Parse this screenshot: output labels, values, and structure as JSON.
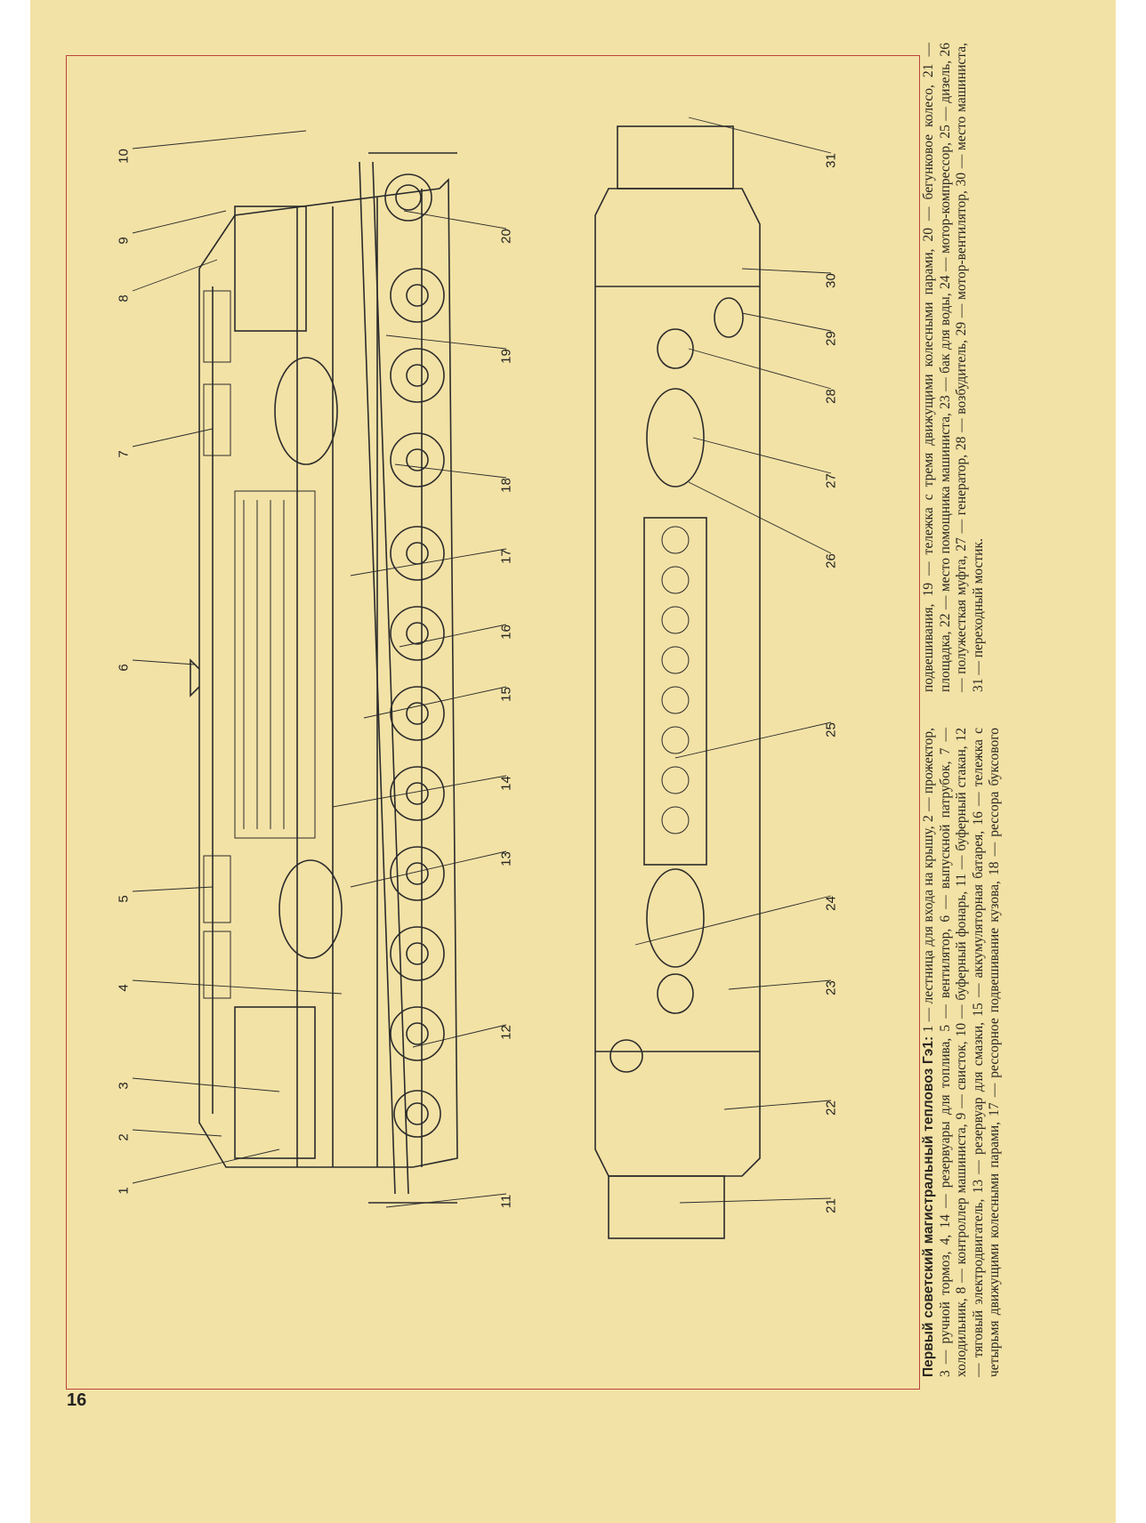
{
  "page_number": "16",
  "caption": {
    "title": "Первый советский магистральный тепловоз Гэ1:",
    "text": "1 — лестница для входа на крышу, 2 — прожектор, 3 — ручной тормоз, 4, 14 — резервуары для топлива, 5 — вентилятор, 6 — выпускной патрубок, 7 — холодильник, 8 — контроллер машиниста, 9 — свисток, 10 — буферный фонарь, 11 — буферный стакан, 12 — тяговый электродвигатель, 13 — резервуар для смазки, 15 — аккумуляторная батарея, 16 — тележка с четырьмя движущими колесными парами, 17 — рессорное подвешивание кузова, 18 — рессора буксового подвешивания, 19 — тележка с тремя движущими колесными парами, 20 — бегунковое колесо, 21 — площадка, 22 — место помощника машиниста, 23 — бак для воды, 24 — мотор-компрессор, 25 — дизель, 26 — полужесткая муфта, 27 — генератор, 28 — возбудитель, 29 — мотор-вентилятор, 30 — место машиниста, 31 — переходный мостик."
  },
  "side_view_labels": [
    "1",
    "2",
    "3",
    "4",
    "5",
    "6",
    "7",
    "8",
    "9",
    "10",
    "11",
    "12",
    "13",
    "14",
    "15",
    "16",
    "17",
    "18",
    "19",
    "20"
  ],
  "plan_view_labels": [
    "21",
    "22",
    "23",
    "24",
    "25",
    "26",
    "27",
    "28",
    "29",
    "30",
    "31"
  ]
}
